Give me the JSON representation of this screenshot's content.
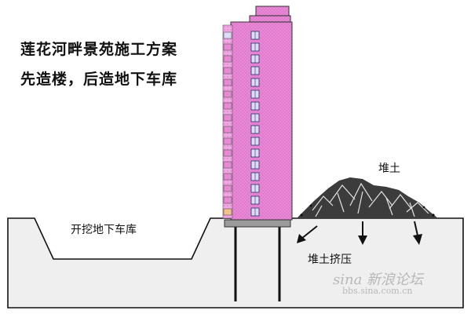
{
  "diagram": {
    "title_line1": "莲花河畔景苑施工方案",
    "title_line2": "先造楼，后造地下车库",
    "label_excavation": "开挖地下车库",
    "label_soil_pile": "堆土",
    "label_soil_pressure": "堆土挤压",
    "watermark_logo": "sina 新浪论坛",
    "watermark_url": "bbs.sina.com.cn"
  },
  "colors": {
    "ground": "#efefef",
    "building": "#e989d6",
    "window": "#dcdcf6",
    "window_alt": "#f2c08a",
    "foundation": "#9a9a9a",
    "soil": "#3c3c3c"
  },
  "icons": {
    "arrows": "down-arrow-icon",
    "soil": "soil-pile-icon"
  }
}
